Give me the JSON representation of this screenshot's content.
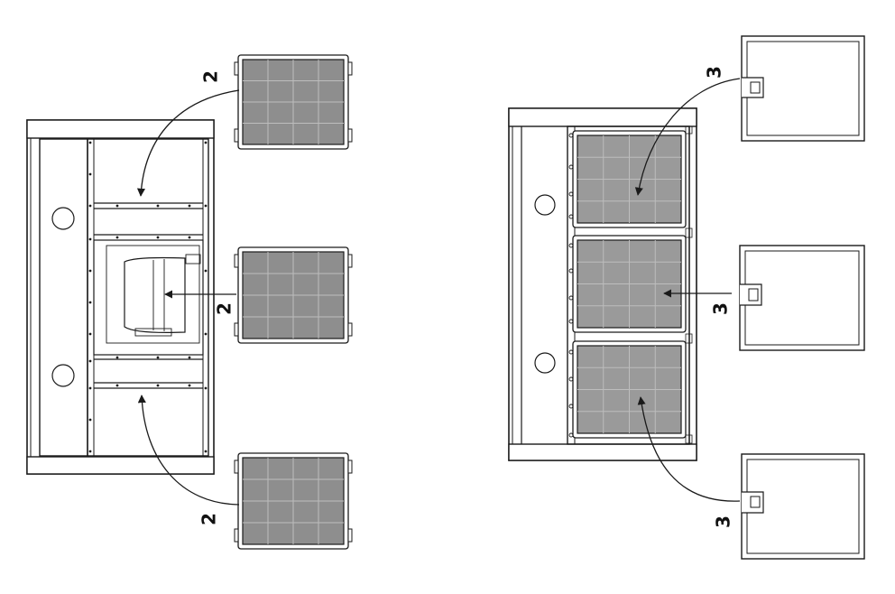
{
  "figure": {
    "left_panel": {
      "callouts": [
        "2",
        "2",
        "2"
      ],
      "filter_grid": {
        "rows": 4,
        "cols": 4
      }
    },
    "right_panel": {
      "callouts": [
        "3",
        "3",
        "3"
      ],
      "filter_grid": {
        "rows": 4,
        "cols": 4
      }
    }
  },
  "colors": {
    "line": "#1a1a1a",
    "filter_fill": "#8e8e8e",
    "grease_filter_fill": "#9a9a9a",
    "panel_fill": "#ffffff"
  }
}
